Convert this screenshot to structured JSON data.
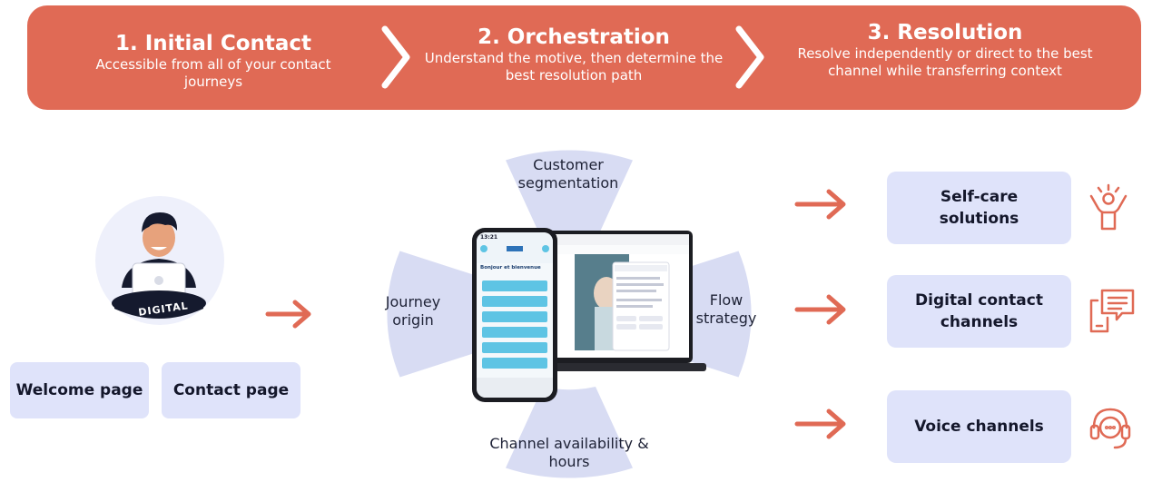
{
  "banner": {
    "steps": [
      {
        "title": "1. Initial  Contact",
        "desc": "Accessible from all of your contact journeys"
      },
      {
        "title": "2. Orchestration",
        "desc": "Understand the motive, then determine the best resolution path"
      },
      {
        "title": "3. Resolution",
        "desc": "Resolve independently or direct to the best channel while transferring context"
      }
    ]
  },
  "entry": {
    "avatar_badge": "DIGITAL",
    "pages": [
      "Welcome page",
      "Contact page"
    ]
  },
  "orchestration": {
    "segments": {
      "top": "Customer segmentation",
      "left": "Journey origin",
      "right": "Flow strategy",
      "bottom": "Channel availability & hours"
    },
    "phone": {
      "time": "13:21",
      "greeting": "Bonjour et bienvenue"
    }
  },
  "channels": [
    {
      "label": "Self-care solutions",
      "icon": "person-celebrating-icon"
    },
    {
      "label": "Digital contact channels",
      "icon": "chat-bubbles-icon"
    },
    {
      "label": "Voice channels",
      "icon": "headset-icon"
    }
  ],
  "colors": {
    "accent": "#e06a55",
    "box": "#dfe3fa",
    "wheel": "#d8dcf3"
  }
}
